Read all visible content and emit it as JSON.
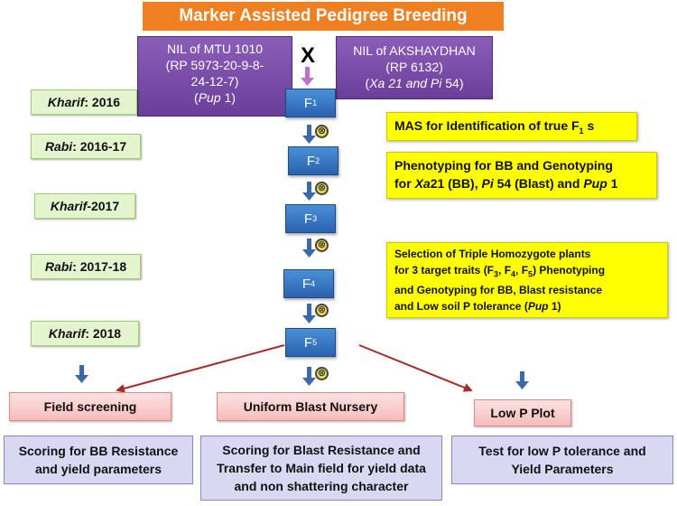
{
  "title": "Marker Assisted Pedigree Breeding",
  "parents": {
    "left": {
      "line1": "NIL of MTU 1010",
      "line2": "(RP 5973-20-9-8-",
      "line3": "24-12-7)",
      "line4_pre": "(",
      "line4_ital": "Pup",
      "line4_post": " 1)"
    },
    "right": {
      "line1": "NIL of AKSHAYDHAN",
      "line2": "(RP 6132)",
      "line3_pre": "(",
      "line3_ital": "Xa 21 and Pi",
      "line3_post": " 54)"
    },
    "cross_symbol": "X"
  },
  "seasons": [
    {
      "name": "Kharif",
      "suffix": " : 2016"
    },
    {
      "name": "Rabi",
      "suffix": " : 2016-17"
    },
    {
      "name": "Kharif",
      "suffix": "-2017"
    },
    {
      "name": "Rabi",
      "suffix": " : 2017-18"
    },
    {
      "name": "Kharif",
      "suffix": " : 2018"
    }
  ],
  "generations": [
    {
      "base": "F",
      "sub": "1"
    },
    {
      "base": "F",
      "sub": "2"
    },
    {
      "base": "F",
      "sub": "3"
    },
    {
      "base": "F",
      "sub": "4"
    },
    {
      "base": "F",
      "sub": "5"
    }
  ],
  "self_symbol": "⊗",
  "notes": {
    "mas": {
      "pre": "MAS for Identification of true F",
      "sub": "1",
      "post": " s"
    },
    "phenotyping": {
      "a": "Phenotyping for  BB and Genotyping",
      "b": "for ",
      "b_ital": "Xa",
      "c": "21 (BB), ",
      "c_ital": "Pi",
      "d": " 54 (Blast)  and ",
      "d_ital": "Pup",
      "e": " 1"
    },
    "selection": {
      "l1": "Selection of Triple Homozygote plants",
      "l2_pre": "for 3 target traits (F",
      "s3": "3",
      "l2_m1": ", F",
      "s4": "4",
      "l2_m2": ", F",
      "s5": "5",
      "l2_post": ") Phenotyping",
      "l3": "and Genotyping  for BB, Blast resistance",
      "l4_pre": "and  Low soil P tolerance (",
      "l4_ital": "Pup",
      "l4_post": " 1)"
    }
  },
  "outcomes": [
    {
      "label": "Field  screening"
    },
    {
      "label": "Uniform Blast Nursery"
    },
    {
      "label": "Low P Plot"
    }
  ],
  "results": [
    {
      "l1": "Scoring for BB Resistance",
      "l2": "and yield  parameters"
    },
    {
      "l1": "Scoring for Blast Resistance and",
      "l2": "Transfer to Main field for yield data",
      "l3": "and non shattering character"
    },
    {
      "l1": "Test for low P tolerance and",
      "l2": "Yield Parameters"
    }
  ],
  "colors": {
    "title_bg": "#f07f22",
    "parent_bg": "#7a4fa8",
    "season_bg": "#e4f4cf",
    "generation_bg": "#3b7cc8",
    "note_bg": "#ffff00",
    "outcome_bg": "#f9cccc",
    "result_bg": "#d9d8f2",
    "arrow_blue": "#3a68a8",
    "arrow_red": "#a82a2a"
  }
}
